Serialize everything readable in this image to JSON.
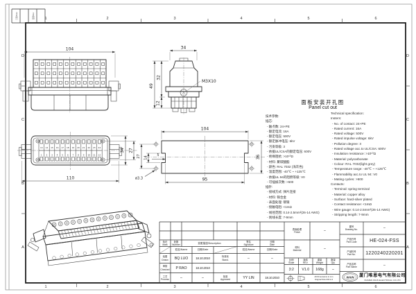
{
  "page": {
    "zones_top": [
      "1",
      "2",
      "3",
      "4",
      "5",
      "6"
    ],
    "zones_bottom": [
      "1",
      "2",
      "3",
      "4",
      "5",
      "6"
    ],
    "zones_left": [
      "D",
      "C",
      "B",
      "A"
    ],
    "zones_right": [
      "D",
      "C",
      "B",
      "A"
    ],
    "corner_strip": {
      "date": "日期/Date",
      "rev": "变更/Rev"
    }
  },
  "views": {
    "front": {
      "dim_width": "104",
      "grid": {
        "columns": 12,
        "rows": 3
      }
    },
    "side": {
      "dim_width": "34",
      "dim_height_total": "49",
      "dim_height_upper": "32",
      "dim_height_lower": "12",
      "thread_label": "M3X10"
    },
    "plan": {
      "dim_width": "110",
      "dim_height_outer": "34",
      "dim_height_inner": "27",
      "grid": {
        "columns": 12
      },
      "pins_top": [
        "13",
        "14",
        "15",
        "16",
        "17",
        "18",
        "19",
        "20",
        "21",
        "22",
        "23",
        "24"
      ],
      "pins_bottom": [
        "1",
        "2",
        "3",
        "4",
        "5",
        "6",
        "7",
        "8",
        "9",
        "10",
        "11",
        "12"
      ]
    },
    "cutout": {
      "title_zh": "面板安装开孔图",
      "title_en": "Panel cut out",
      "dim_width_top": "104",
      "dim_width_bottom": "95",
      "dim_height_right": "36",
      "dim_hole_spacing": "27",
      "dim_notch_height": "14",
      "dim_notch_depth": "5",
      "hole_dia": "ø3.3"
    }
  },
  "spec_zh": {
    "lines": [
      "技术参数:",
      "插芯:",
      "- 触点数: 24+PE",
      "- 额定电流: 16A",
      "- 额定电压: 500V",
      "- 额定脉冲电压: 6kV",
      "- 污染等级: 3",
      "- 依据UL/CSA的额定电压: 600V",
      "- 绝缘阻抗: >10¹⁰Ω",
      "- 材料: 聚碳酸酯",
      "- 颜色: RAL 7032 (浅灰色)",
      "- 温度范围: -40℃ ~ +125℃",
      "- 依据UL 94的阻燃等级: V0",
      "- 可插拔次数: >500",
      "插针:",
      "- 接线方式: 弹片连接",
      "- 材料: 铜合金",
      "- 表面处理: 镀银",
      "- 接触电阻: <1mΩ",
      "- 线径范围: 0.14-2.5mm²(26-14 AWG)",
      "- 剥线长度: 7-9mm"
    ]
  },
  "spec_en": {
    "lines": [
      "Technical specification:",
      "Insters:",
      "- No. of contact: 24+PE",
      "- Rated current: 16A",
      "- Rated voltage: 500V",
      "- Rated impulse voltage: 6kV",
      "- Pollution degree: 3",
      "- Rated voltage acc.to UL/CSA: 600V",
      "- Insulation resistance: >10¹⁰Ω",
      "- Material: polycarbonate",
      "- Colour: RAL 7032(light grey)",
      "- Temperature range: -40℃ ~ +125℃",
      "- Flammability acc.to UL 94: V0",
      "- Mating cycles: >500",
      "Contacts:",
      "- Terminal: spring terminal",
      "- Material: copper alloy",
      "- Surface: hard-silver plated",
      "- Contact resistance: <1mΩ",
      "- Wire gauge: 0.14-2.5mm²(26-14 AWG)",
      "- Stripping length: 7-9mm"
    ]
  },
  "titleblock": {
    "header": {
      "mark": "标记\nMark",
      "number": "处数\nNumber",
      "description": "变更描述/Description",
      "signature": "签名\nSignature",
      "date": "日期\nDate"
    },
    "sub": {
      "name": "姓名/Name",
      "date": "日期/Date",
      "name2": "姓名/Name",
      "date2": "日期/Date"
    },
    "drawn": {
      "label": "绘图\nDrawn",
      "name": "BQ LUO",
      "date": "18.10.2010"
    },
    "stand": {
      "label": "标准化\nStand.",
      "name": "–",
      "date": "–"
    },
    "checked": {
      "label": "审核\nChecked",
      "name": "P RAO",
      "date": "18.10.2010"
    },
    "process": {
      "label": "工艺\nProcess",
      "name": "–",
      "date": "–"
    },
    "approved": {
      "label": "批准\nApproved",
      "name": "YY LIN",
      "date": "18.10.2010"
    },
    "finish": {
      "label": "表面处理\nFinish",
      "value": "–"
    },
    "material": {
      "label": "材料\nMaterial",
      "value": "–"
    },
    "scale": {
      "label": "比例\nScale",
      "value": "3:2"
    },
    "rev": {
      "label": "版本\nREV.",
      "value": "V1.0"
    },
    "weight": {
      "label": "重量\nWeight",
      "value": "168g"
    },
    "qty": {
      "label": "数量\nQty.",
      "value": "–"
    },
    "drawing_no": {
      "label": "图号\nDrawing No.",
      "value": "–"
    },
    "part_code": {
      "label": "产品代号\nPart Code",
      "value": "HE-024-FSS"
    },
    "part_no": {
      "label": "产品料号\nPart No.",
      "value": "1220240220201"
    },
    "part_name": {
      "label": "产品名称\nPart Name",
      "value": "–"
    },
    "note": "All Dimensions in mm\nOriginal Size DIN A 4",
    "logo_text": "WAIN",
    "company_zh": "厦门唯恩电气有限公司",
    "company_en": "XIAMEN WAIN ELECTRICAL CO.LTD"
  }
}
